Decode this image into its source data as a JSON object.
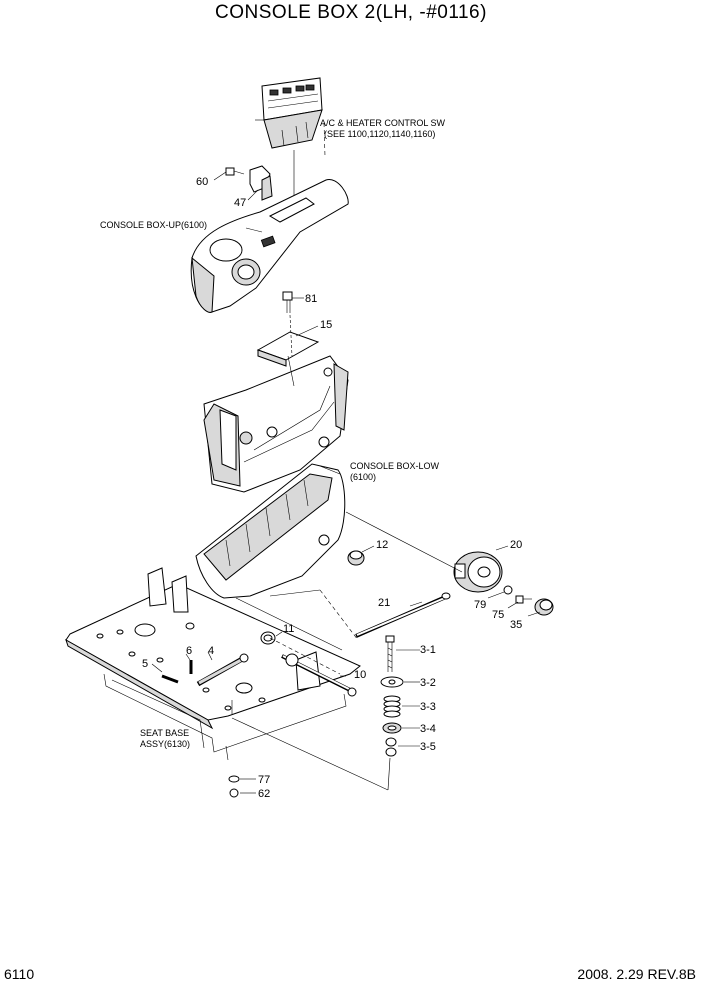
{
  "title": "CONSOLE BOX 2(LH, -#0116)",
  "footer": {
    "page": "6110",
    "revision": "2008. 2.29 REV.8B"
  },
  "captions": {
    "ac_line1": "A/C & HEATER CONTROL SW",
    "ac_line2": "(SEE 1100,1120,1140,1160)",
    "console_up": "CONSOLE BOX-UP(6100)",
    "console_low_1": "CONSOLE BOX-LOW",
    "console_low_2": "(6100)",
    "seat_base_1": "SEAT BASE",
    "seat_base_2": "ASSY(6130)"
  },
  "parts": {
    "p60": "60",
    "p47": "47",
    "p81": "81",
    "p15": "15",
    "p12": "12",
    "p20": "20",
    "p21": "21",
    "p79": "79",
    "p75": "75",
    "p35": "35",
    "p11": "11",
    "p6": "6",
    "p4": "4",
    "p5": "5",
    "p10": "10",
    "p3_1": "3-1",
    "p3_2": "3-2",
    "p3_3": "3-3",
    "p3_4": "3-4",
    "p3_5": "3-5",
    "p77": "77",
    "p62": "62"
  }
}
